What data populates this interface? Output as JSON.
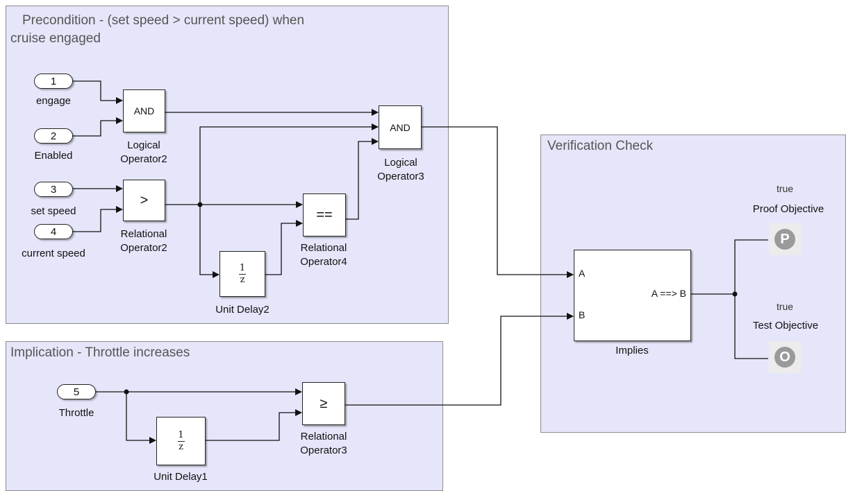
{
  "areas": {
    "precondition": "Precondition - (set speed > current speed) when cruise engaged",
    "implication": "Implication - Throttle increases",
    "verification": "Verification Check"
  },
  "inports": [
    {
      "num": "1",
      "name": "engage"
    },
    {
      "num": "2",
      "name": "Enabled"
    },
    {
      "num": "3",
      "name": "set speed"
    },
    {
      "num": "4",
      "name": "current speed"
    },
    {
      "num": "5",
      "name": "Throttle"
    }
  ],
  "blocks": {
    "and1": {
      "text": "AND",
      "name": "Logical\nOperator2"
    },
    "and2": {
      "text": "AND",
      "name": "Logical\nOperator3"
    },
    "gt": {
      "text": ">",
      "name": "Relational\nOperator2"
    },
    "eq": {
      "text": "==",
      "name": "Relational\nOperator4"
    },
    "ge": {
      "text": "≥",
      "name": "Relational\nOperator3"
    },
    "delay2": {
      "num": "1",
      "den": "z",
      "name": "Unit Delay2"
    },
    "delay1": {
      "num": "1",
      "den": "z",
      "name": "Unit Delay1"
    },
    "implies": {
      "port_a": "A",
      "port_b": "B",
      "text": "A ==> B",
      "name": "Implies"
    }
  },
  "objectives": {
    "proof": {
      "value": "true",
      "name": "Proof Objective",
      "glyph": "P"
    },
    "test": {
      "value": "true",
      "name": "Test Objective",
      "glyph": "O"
    }
  }
}
